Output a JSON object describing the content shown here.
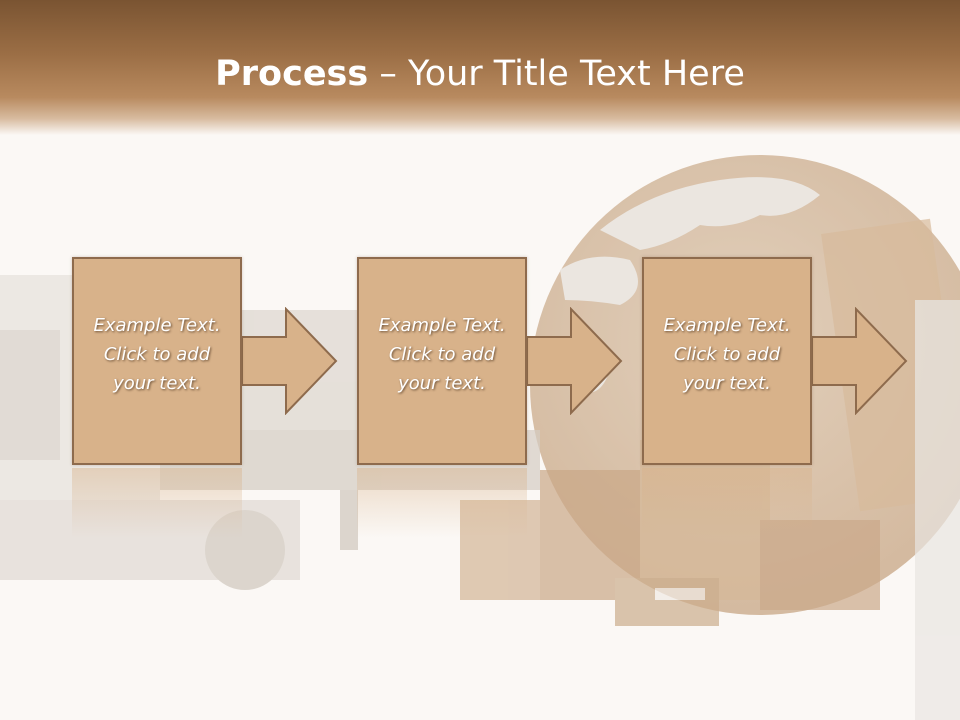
{
  "slide": {
    "title_bold": "Process",
    "title_rest": " – Your Title Text Here"
  },
  "steps": [
    {
      "text": "Example Text.\nClick  to add\nyour text."
    },
    {
      "text": "Example Text.\nClick  to add\nyour text."
    },
    {
      "text": "Example Text.\nClick  to add\nyour text."
    }
  ],
  "background_illustration": {
    "icons": [
      "truck-icon",
      "globe-icon",
      "cardboard-boxes-icon",
      "delivery-person-icon"
    ]
  },
  "colors": {
    "header": "#9b6e45",
    "box_fill": "#d8b28a",
    "box_border": "#8e6b4d",
    "arrow_fill": "#d8b28a",
    "background": "#fbf8f5"
  }
}
